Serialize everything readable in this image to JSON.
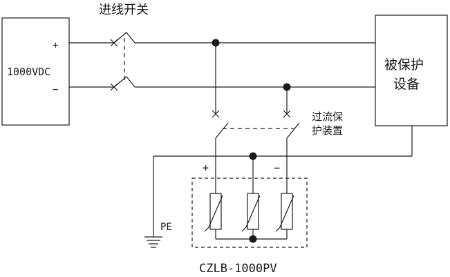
{
  "diagram": {
    "incoming_switch_label": "进线开关",
    "source_label": "1000VDC",
    "plus_sign": "+",
    "minus_sign": "−",
    "protected_device_label_line1": "被保护",
    "protected_device_label_line2": "设备",
    "overcurrent_label_line1": "过流保",
    "overcurrent_label_line2": "护装置",
    "spd_plus": "+",
    "spd_minus": "−",
    "pe_label": "PE",
    "product_model": "CZLB-1000PV"
  }
}
